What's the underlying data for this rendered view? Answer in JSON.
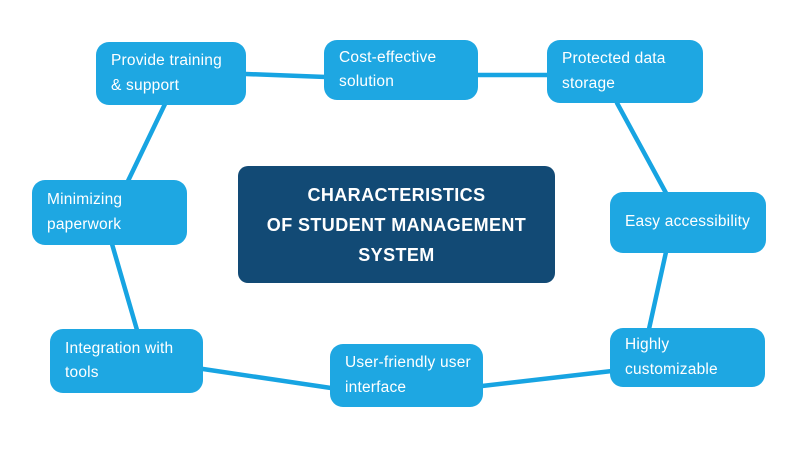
{
  "diagram": {
    "type": "ring-concept-map",
    "background": "#ffffff"
  },
  "colors": {
    "node_fill": "#1ea7e2",
    "connector": "#17a4e2",
    "center_fill": "#124a75",
    "node_text": "#ffffff",
    "background": "#ffffff"
  },
  "center": {
    "title": "CHARACTERISTICS OF STUDENT MANAGEMENT SYSTEM",
    "line1": "CHARACTERISTICS",
    "line2": "OF STUDENT MANAGEMENT",
    "line3": "SYSTEM"
  },
  "nodes": [
    {
      "id": "provide-training-support",
      "label": "Provide training & support"
    },
    {
      "id": "cost-effective-solution",
      "label": "Cost-effective solution"
    },
    {
      "id": "protected-data-storage",
      "label": "Protected data storage"
    },
    {
      "id": "easy-accessibility",
      "label": "Easy accessibility"
    },
    {
      "id": "highly-customizable",
      "label": "Highly customizable"
    },
    {
      "id": "user-friendly-user-interface",
      "label": "User-friendly user interface"
    },
    {
      "id": "integration-with-tools",
      "label": "Integration with tools"
    },
    {
      "id": "minimizing-paperwork",
      "label": "Minimizing paperwork"
    }
  ],
  "edges": [
    {
      "from": "provide-training-support",
      "to": "cost-effective-solution"
    },
    {
      "from": "cost-effective-solution",
      "to": "protected-data-storage"
    },
    {
      "from": "protected-data-storage",
      "to": "easy-accessibility"
    },
    {
      "from": "easy-accessibility",
      "to": "highly-customizable"
    },
    {
      "from": "highly-customizable",
      "to": "user-friendly-user-interface"
    },
    {
      "from": "user-friendly-user-interface",
      "to": "integration-with-tools"
    },
    {
      "from": "integration-with-tools",
      "to": "minimizing-paperwork"
    },
    {
      "from": "minimizing-paperwork",
      "to": "provide-training-support"
    }
  ]
}
